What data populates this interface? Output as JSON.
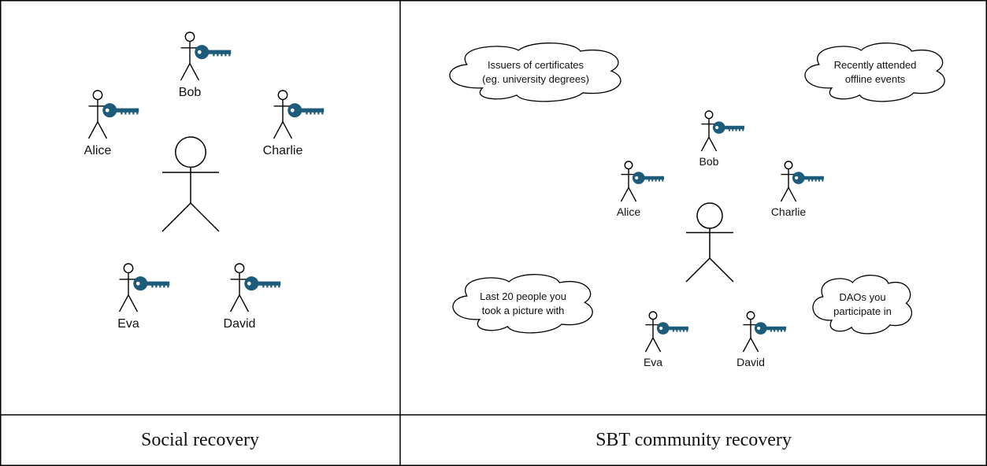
{
  "colors": {
    "key": "#1d5b7a",
    "line": "#000000",
    "text": "#111111"
  },
  "panels": [
    {
      "caption": "Social recovery",
      "actors": [
        {
          "name": "Bob",
          "icon": "key-icon"
        },
        {
          "name": "Alice",
          "icon": "key-icon"
        },
        {
          "name": "Charlie",
          "icon": "key-icon"
        },
        {
          "name": "Eva",
          "icon": "key-icon"
        },
        {
          "name": "David",
          "icon": "key-icon"
        }
      ]
    },
    {
      "caption": "SBT community recovery",
      "clouds": [
        {
          "lines": [
            "Issuers of certificates",
            "(eg. university degrees)"
          ]
        },
        {
          "lines": [
            "Recently attended",
            "offline events"
          ]
        },
        {
          "lines": [
            "Last 20 people you",
            "took a picture with"
          ]
        },
        {
          "lines": [
            "DAOs you",
            "participate in"
          ]
        }
      ],
      "actors": [
        {
          "name": "Bob",
          "icon": "key-icon"
        },
        {
          "name": "Alice",
          "icon": "key-icon"
        },
        {
          "name": "Charlie",
          "icon": "key-icon"
        },
        {
          "name": "Eva",
          "icon": "key-icon"
        },
        {
          "name": "David",
          "icon": "key-icon"
        }
      ]
    }
  ]
}
